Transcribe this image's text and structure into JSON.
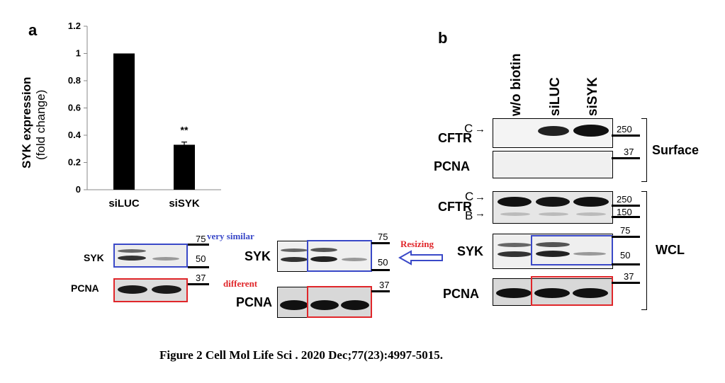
{
  "panel_a": {
    "letter": "a",
    "chart_data": {
      "type": "bar",
      "categories": [
        "siLUC",
        "siSYK"
      ],
      "values": [
        1.0,
        0.33
      ],
      "errors": [
        0.0,
        0.02
      ],
      "ylabel": "SYK expression",
      "ylabel_sub": "(fold change)",
      "ylim": [
        0,
        1.2
      ],
      "yticks": [
        "0",
        "0.2",
        "0.4",
        "0.6",
        "0.8",
        "1",
        "1.2"
      ],
      "annotations": [
        {
          "category": "siSYK",
          "text": "**"
        }
      ],
      "bar_color": "#000000"
    }
  },
  "panel_b": {
    "letter": "b",
    "lanes": [
      "w/o biotin",
      "siLUC",
      "siSYK"
    ],
    "rows": {
      "cftr_surface": "CFTR",
      "pcna_surface": "PCNA",
      "cftr_wcl": "CFTR",
      "syk": "SYK",
      "pcna_wcl": "PCNA"
    },
    "band_c": "C",
    "band_b": "B",
    "mw": {
      "m250a": "250",
      "m37a": "37",
      "m250b": "250",
      "m150": "150",
      "m75": "75",
      "m50": "50",
      "m37b": "37"
    },
    "groups": {
      "surface": "Surface",
      "wcl": "WCL"
    }
  },
  "left_blots": {
    "syk_label": "SYK",
    "pcna_label": "PCNA",
    "mw75": "75",
    "mw50": "50",
    "mw37": "37"
  },
  "mid_blots": {
    "syk_label": "SYK",
    "pcna_label": "PCNA",
    "mw75": "75",
    "mw50": "50",
    "mw37": "37",
    "note_similar": "very similar",
    "note_different": "different"
  },
  "resizing_label": "Resizing",
  "caption": "Figure 2 Cell Mol Life Sci . 2020 Dec;77(23):4997-5015.",
  "colors": {
    "blue": "#3a49c8",
    "red": "#e0262a",
    "note_blue": "#3a49c8",
    "note_red": "#e0262a"
  }
}
